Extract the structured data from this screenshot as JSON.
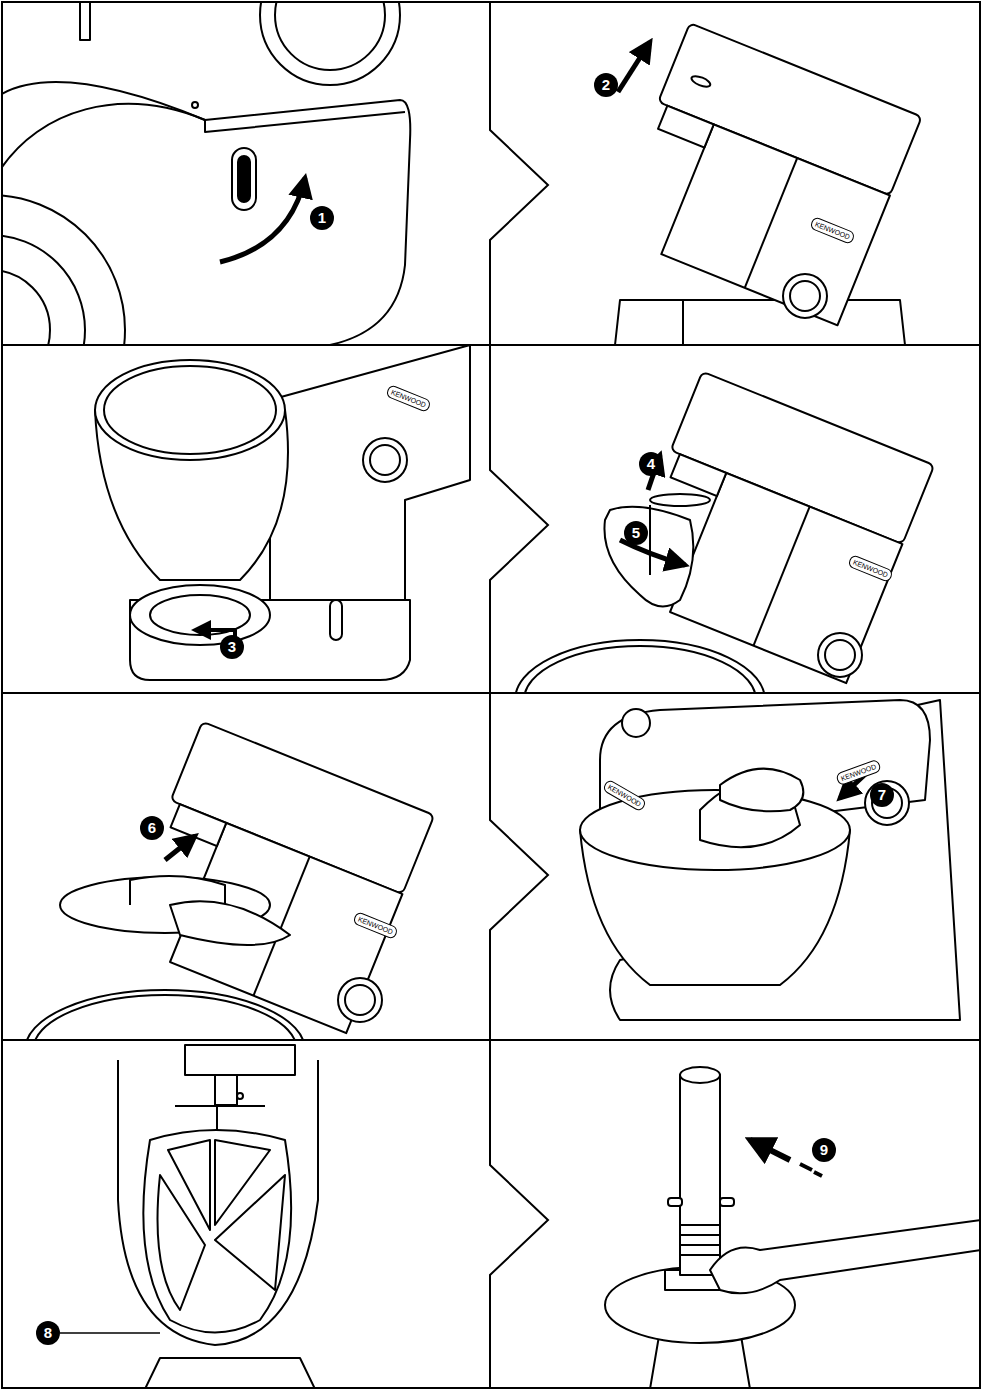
{
  "diagram": {
    "labels": [
      "1",
      "2",
      "3",
      "4",
      "5",
      "6",
      "7",
      "8",
      "9",
      "KENWOOD",
      "KENWOOD",
      "KENWOOD",
      "KENWOOD",
      "KENWOOD",
      "KENWOOD"
    ]
  }
}
